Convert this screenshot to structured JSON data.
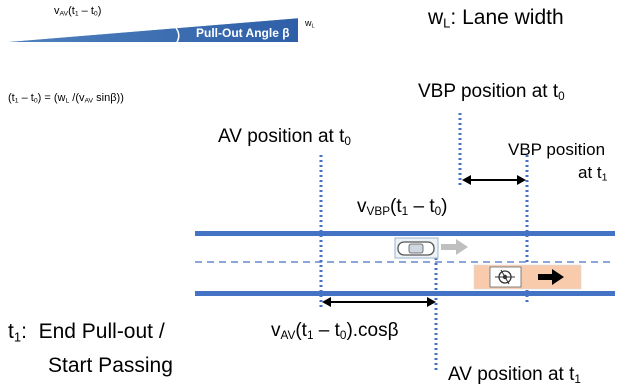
{
  "triangle": {
    "velocity_label_html": "v<sub>AV</sub>(t<sub>1</sub> – t<sub>0</sub>)",
    "angle_label": "Pull-Out Angle β",
    "width_label_html": "w<sub>L</sub>"
  },
  "legend": {
    "lane_width_html": "w<sub>L</sub>: Lane width"
  },
  "formula_html": "(t<sub>1</sub> – t<sub>0</sub>) = (w<sub>L</sub> /(v<sub>AV</sub> sinβ))",
  "labels": {
    "vbp_t0_html": "VBP position at t<sub>0</sub>",
    "av_t0_html": "AV position at t<sub>0</sub>",
    "vbp_t1_line1": "VBP position",
    "vbp_t1_line2_html": "at t<sub>1</sub>",
    "vbp_distance_html": "v<sub>VBP</sub>(t<sub>1</sub> – t<sub>0</sub>)",
    "av_distance_html": "v<sub>AV</sub>(t<sub>1</sub> – t<sub>0</sub>).cosβ",
    "av_t1_html": "AV position at t<sub>1</sub>"
  },
  "note": {
    "line1_html": "t<sub>1</sub>:&nbsp; End Pull-out /",
    "line2": "Start Passing"
  },
  "colors": {
    "road": "#4472c4",
    "triangle_fill": "#4472c4",
    "car_box": "#f8cbad",
    "gray_arrow": "#bfbfbf",
    "dotted": "#4472c4"
  },
  "icons": {
    "av_car": "car-top-view-icon",
    "vbp": "bicycle-passenger-icon"
  }
}
